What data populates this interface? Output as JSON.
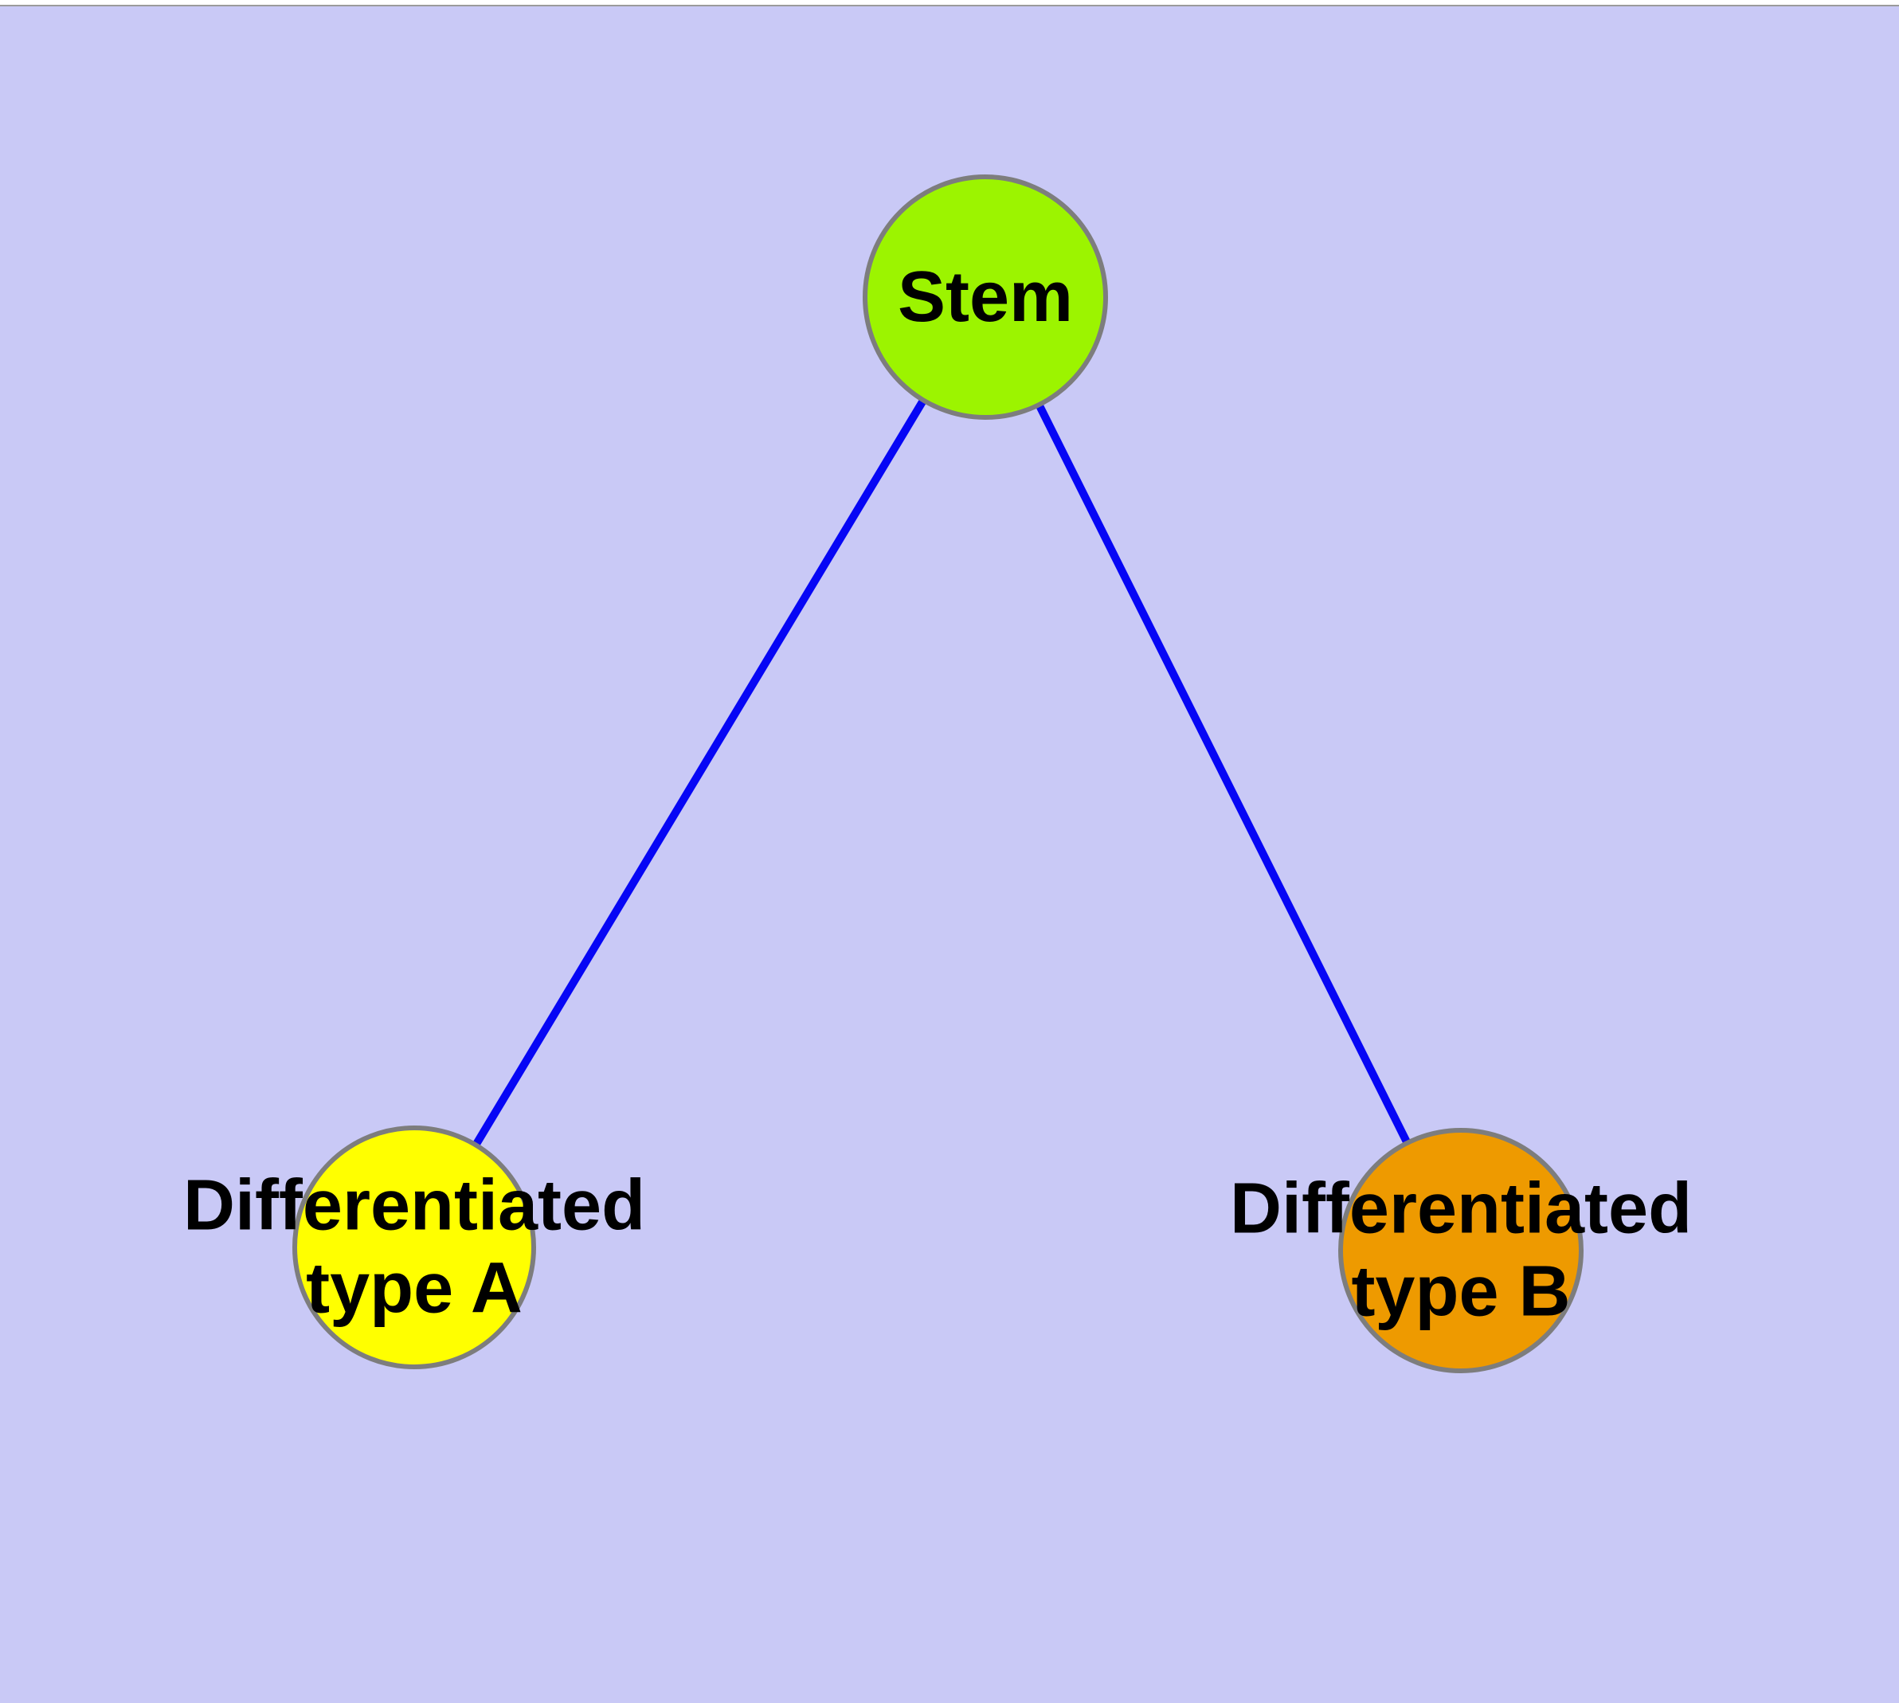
{
  "canvas": {
    "background_color": "#c9c9f6",
    "top_strip_color": "#ffffff",
    "top_strip_line_color": "#9b9b9b"
  },
  "diagram": {
    "type": "graph",
    "description": "Stem cell differentiation graph: a stem node linked to two differentiated cell type nodes",
    "edge_color": "#0606f5",
    "node_border_color": "#7d7d7d",
    "label_color": "#000000",
    "nodes": [
      {
        "id": "stem",
        "label": "Stem",
        "lines": [
          "Stem"
        ],
        "color": "#9cf400"
      },
      {
        "id": "differentiated-type-a",
        "label": "Differentiated type A",
        "lines": [
          "Differentiated",
          "type A"
        ],
        "color": "#ffff00"
      },
      {
        "id": "differentiated-type-b",
        "label": "Differentiated type B",
        "lines": [
          "Differentiated",
          "type B"
        ],
        "color": "#ee9a00"
      }
    ],
    "edges": [
      {
        "from": "stem",
        "to": "differentiated-type-a"
      },
      {
        "from": "stem",
        "to": "differentiated-type-b"
      }
    ]
  }
}
